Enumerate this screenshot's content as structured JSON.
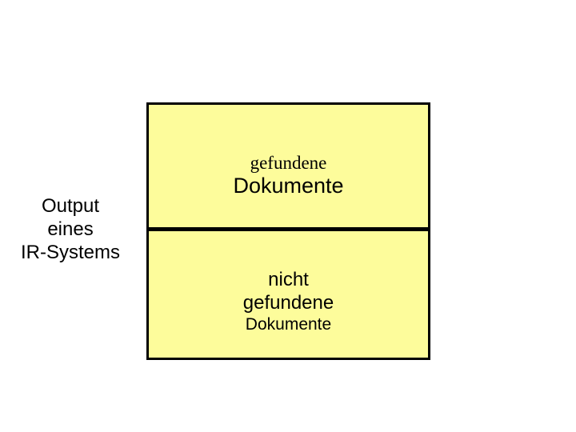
{
  "colors": {
    "slide_bg": "#ffffff",
    "box_fill": "#fdfc9b",
    "box_border": "#000000",
    "text": "#000000"
  },
  "left_label": {
    "line1": "Output",
    "line2": "eines",
    "line3": "IR-Systems"
  },
  "diagram": {
    "top_section": {
      "line1": "gefundene",
      "line2": "Dokumente"
    },
    "bottom_section": {
      "line1": "nicht",
      "line2": "gefundene",
      "line3": "Dokumente"
    }
  }
}
